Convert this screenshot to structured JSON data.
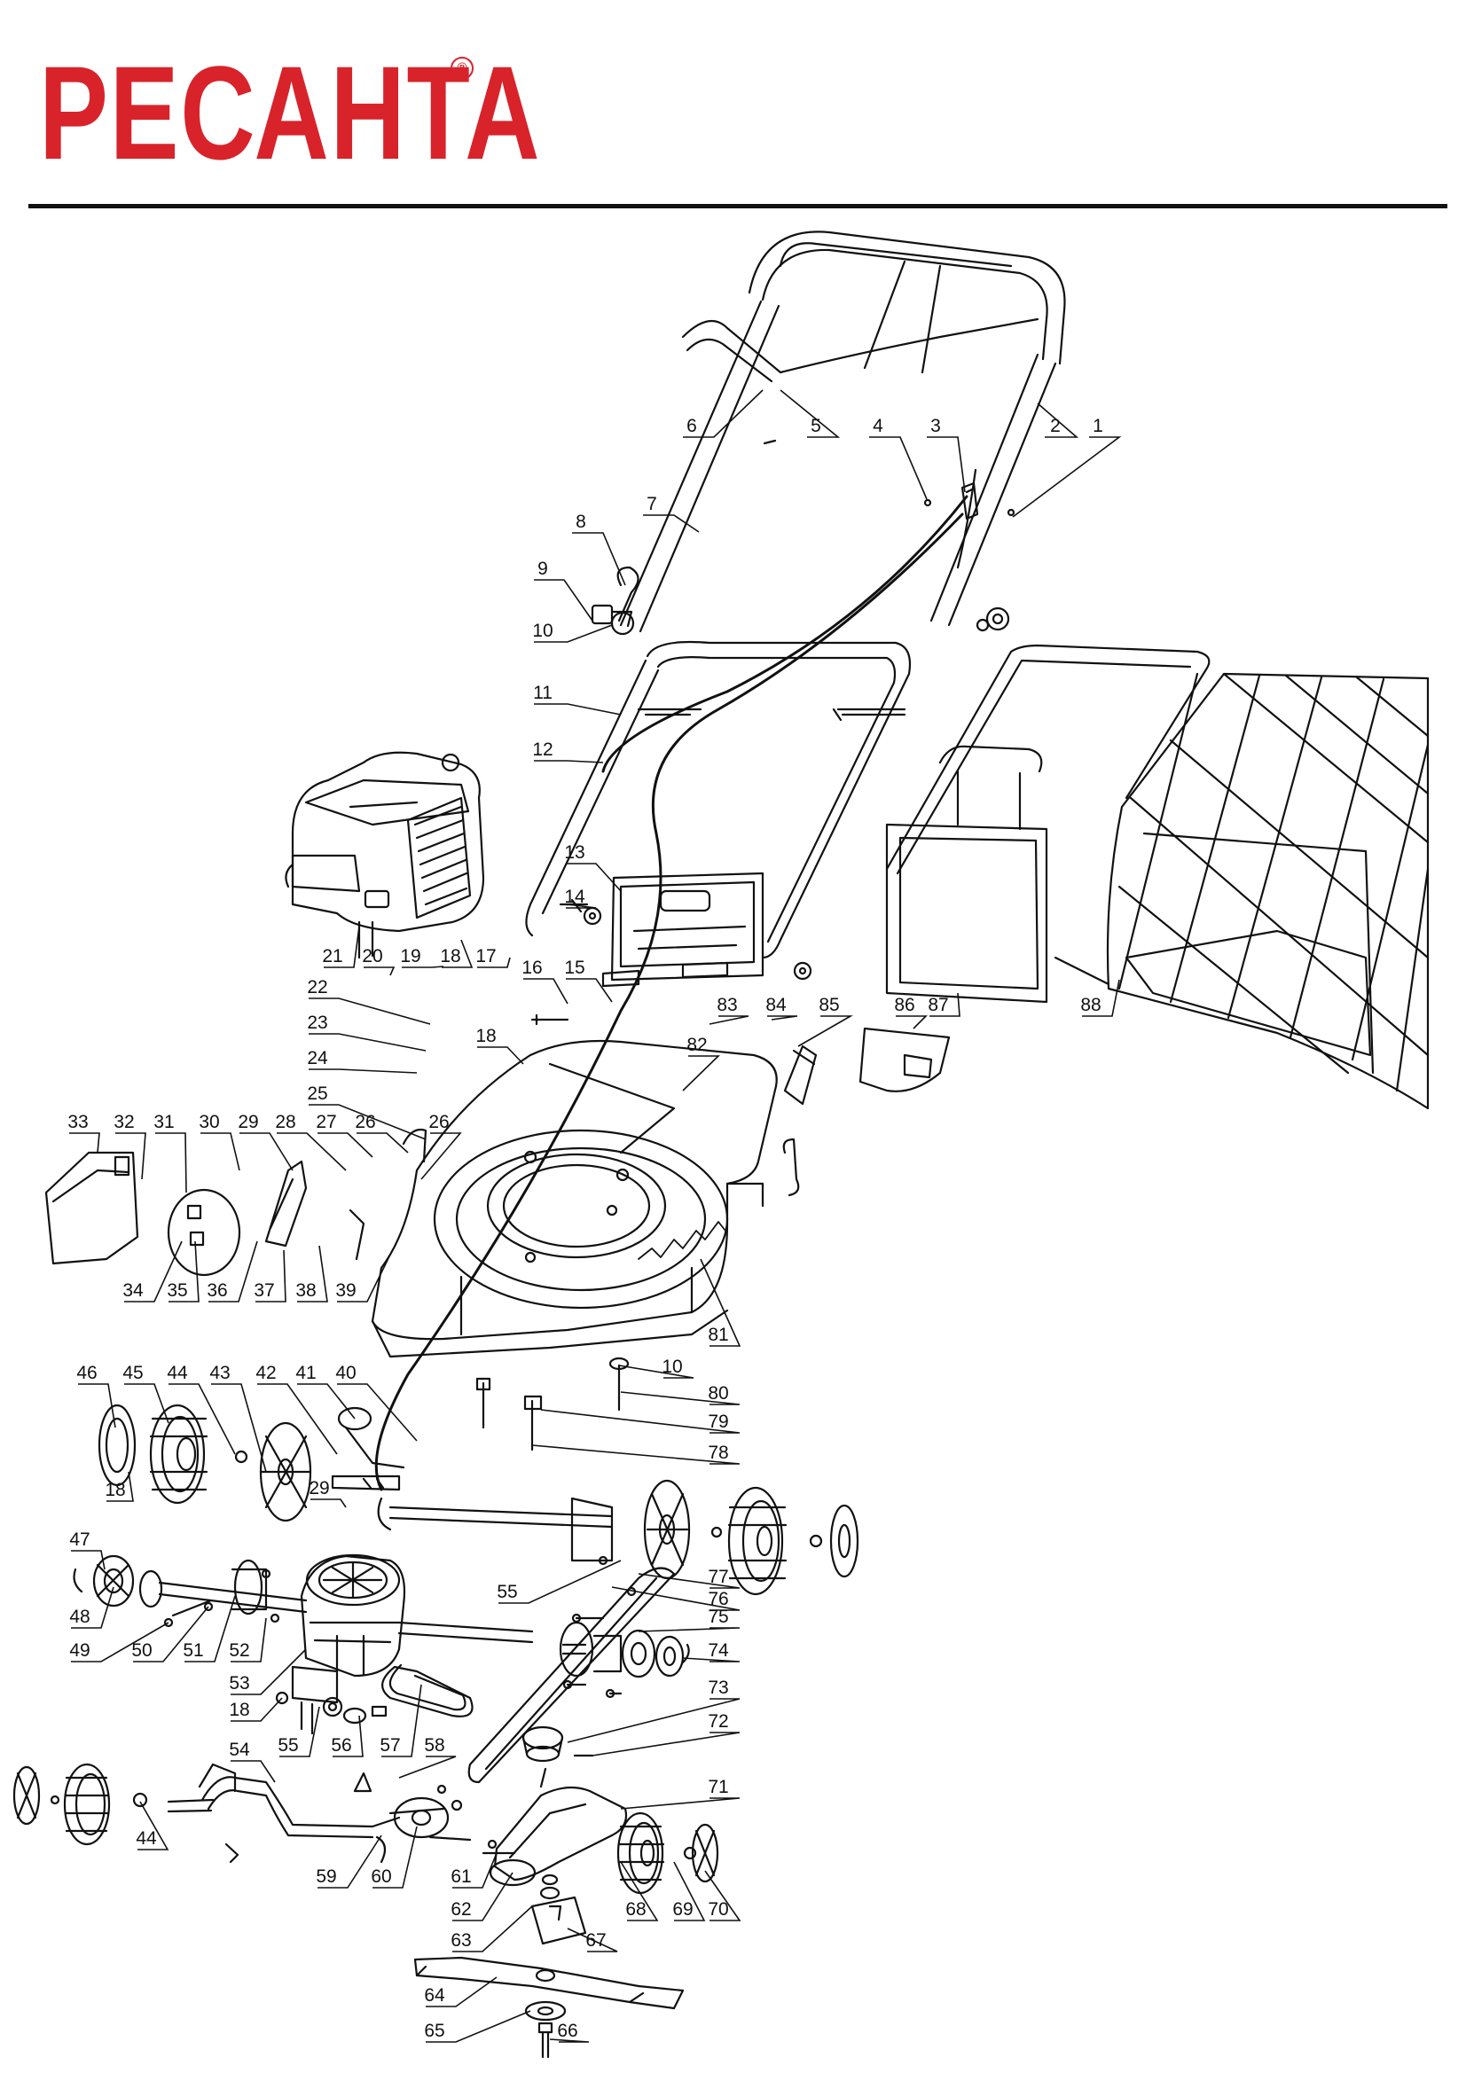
{
  "brand": {
    "name": "РЕСАНТА",
    "registered": "®",
    "color": "#d8232a"
  },
  "callouts": [
    "1",
    "2",
    "3",
    "4",
    "5",
    "6",
    "7",
    "8",
    "9",
    "10",
    "11",
    "12",
    "13",
    "14",
    "15",
    "16",
    "17",
    "18",
    "19",
    "20",
    "21",
    "22",
    "23",
    "24",
    "25",
    "26",
    "27",
    "28",
    "29",
    "30",
    "31",
    "32",
    "33",
    "34",
    "35",
    "36",
    "37",
    "38",
    "39",
    "40",
    "41",
    "42",
    "43",
    "44",
    "45",
    "46",
    "47",
    "48",
    "49",
    "50",
    "51",
    "52",
    "53",
    "54",
    "55",
    "56",
    "57",
    "58",
    "59",
    "60",
    "61",
    "62",
    "63",
    "64",
    "65",
    "66",
    "67",
    "68",
    "69",
    "70",
    "71",
    "72",
    "73",
    "74",
    "75",
    "76",
    "77",
    "78",
    "79",
    "80",
    "81",
    "82",
    "83",
    "84",
    "85",
    "86",
    "87",
    "88"
  ],
  "repeat_callouts": [
    "10",
    "18",
    "18",
    "18",
    "26",
    "29",
    "44",
    "55"
  ]
}
